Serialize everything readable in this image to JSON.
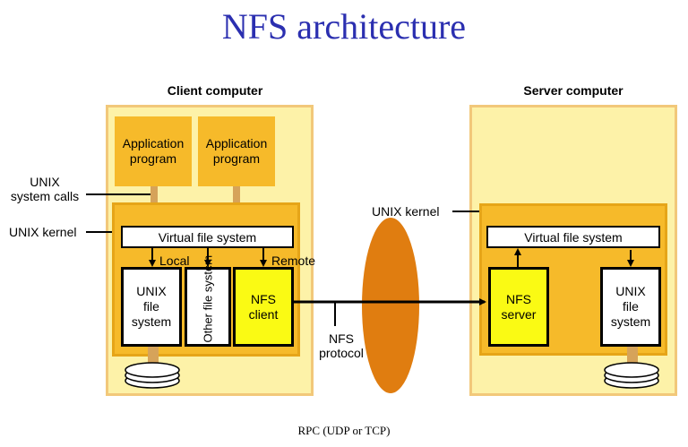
{
  "title": "NFS architecture",
  "client": {
    "heading": "Client computer",
    "app1": "Application program",
    "app2": "Application program",
    "syscalls_label": "UNIX system calls",
    "kernel_label": "UNIX kernel",
    "vfs": "Virtual file system",
    "local_label": "Local",
    "remote_label": "Remote",
    "unix_fs": "UNIX file system",
    "other_fs": "Other file system",
    "nfs_client": "NFS client"
  },
  "server": {
    "heading": "Server computer",
    "kernel_label": "UNIX kernel",
    "vfs": "Virtual file system",
    "nfs_server": "NFS server",
    "unix_fs": "UNIX file system"
  },
  "protocol_label": "NFS protocol",
  "rpc_label": "RPC (UDP or TCP)",
  "colors": {
    "title": "#2b2fb0",
    "panel": "#fdf2a8",
    "kernel": "#f6ba2a",
    "nfs_box": "#fafa14",
    "ellipse": "#e07d10"
  }
}
